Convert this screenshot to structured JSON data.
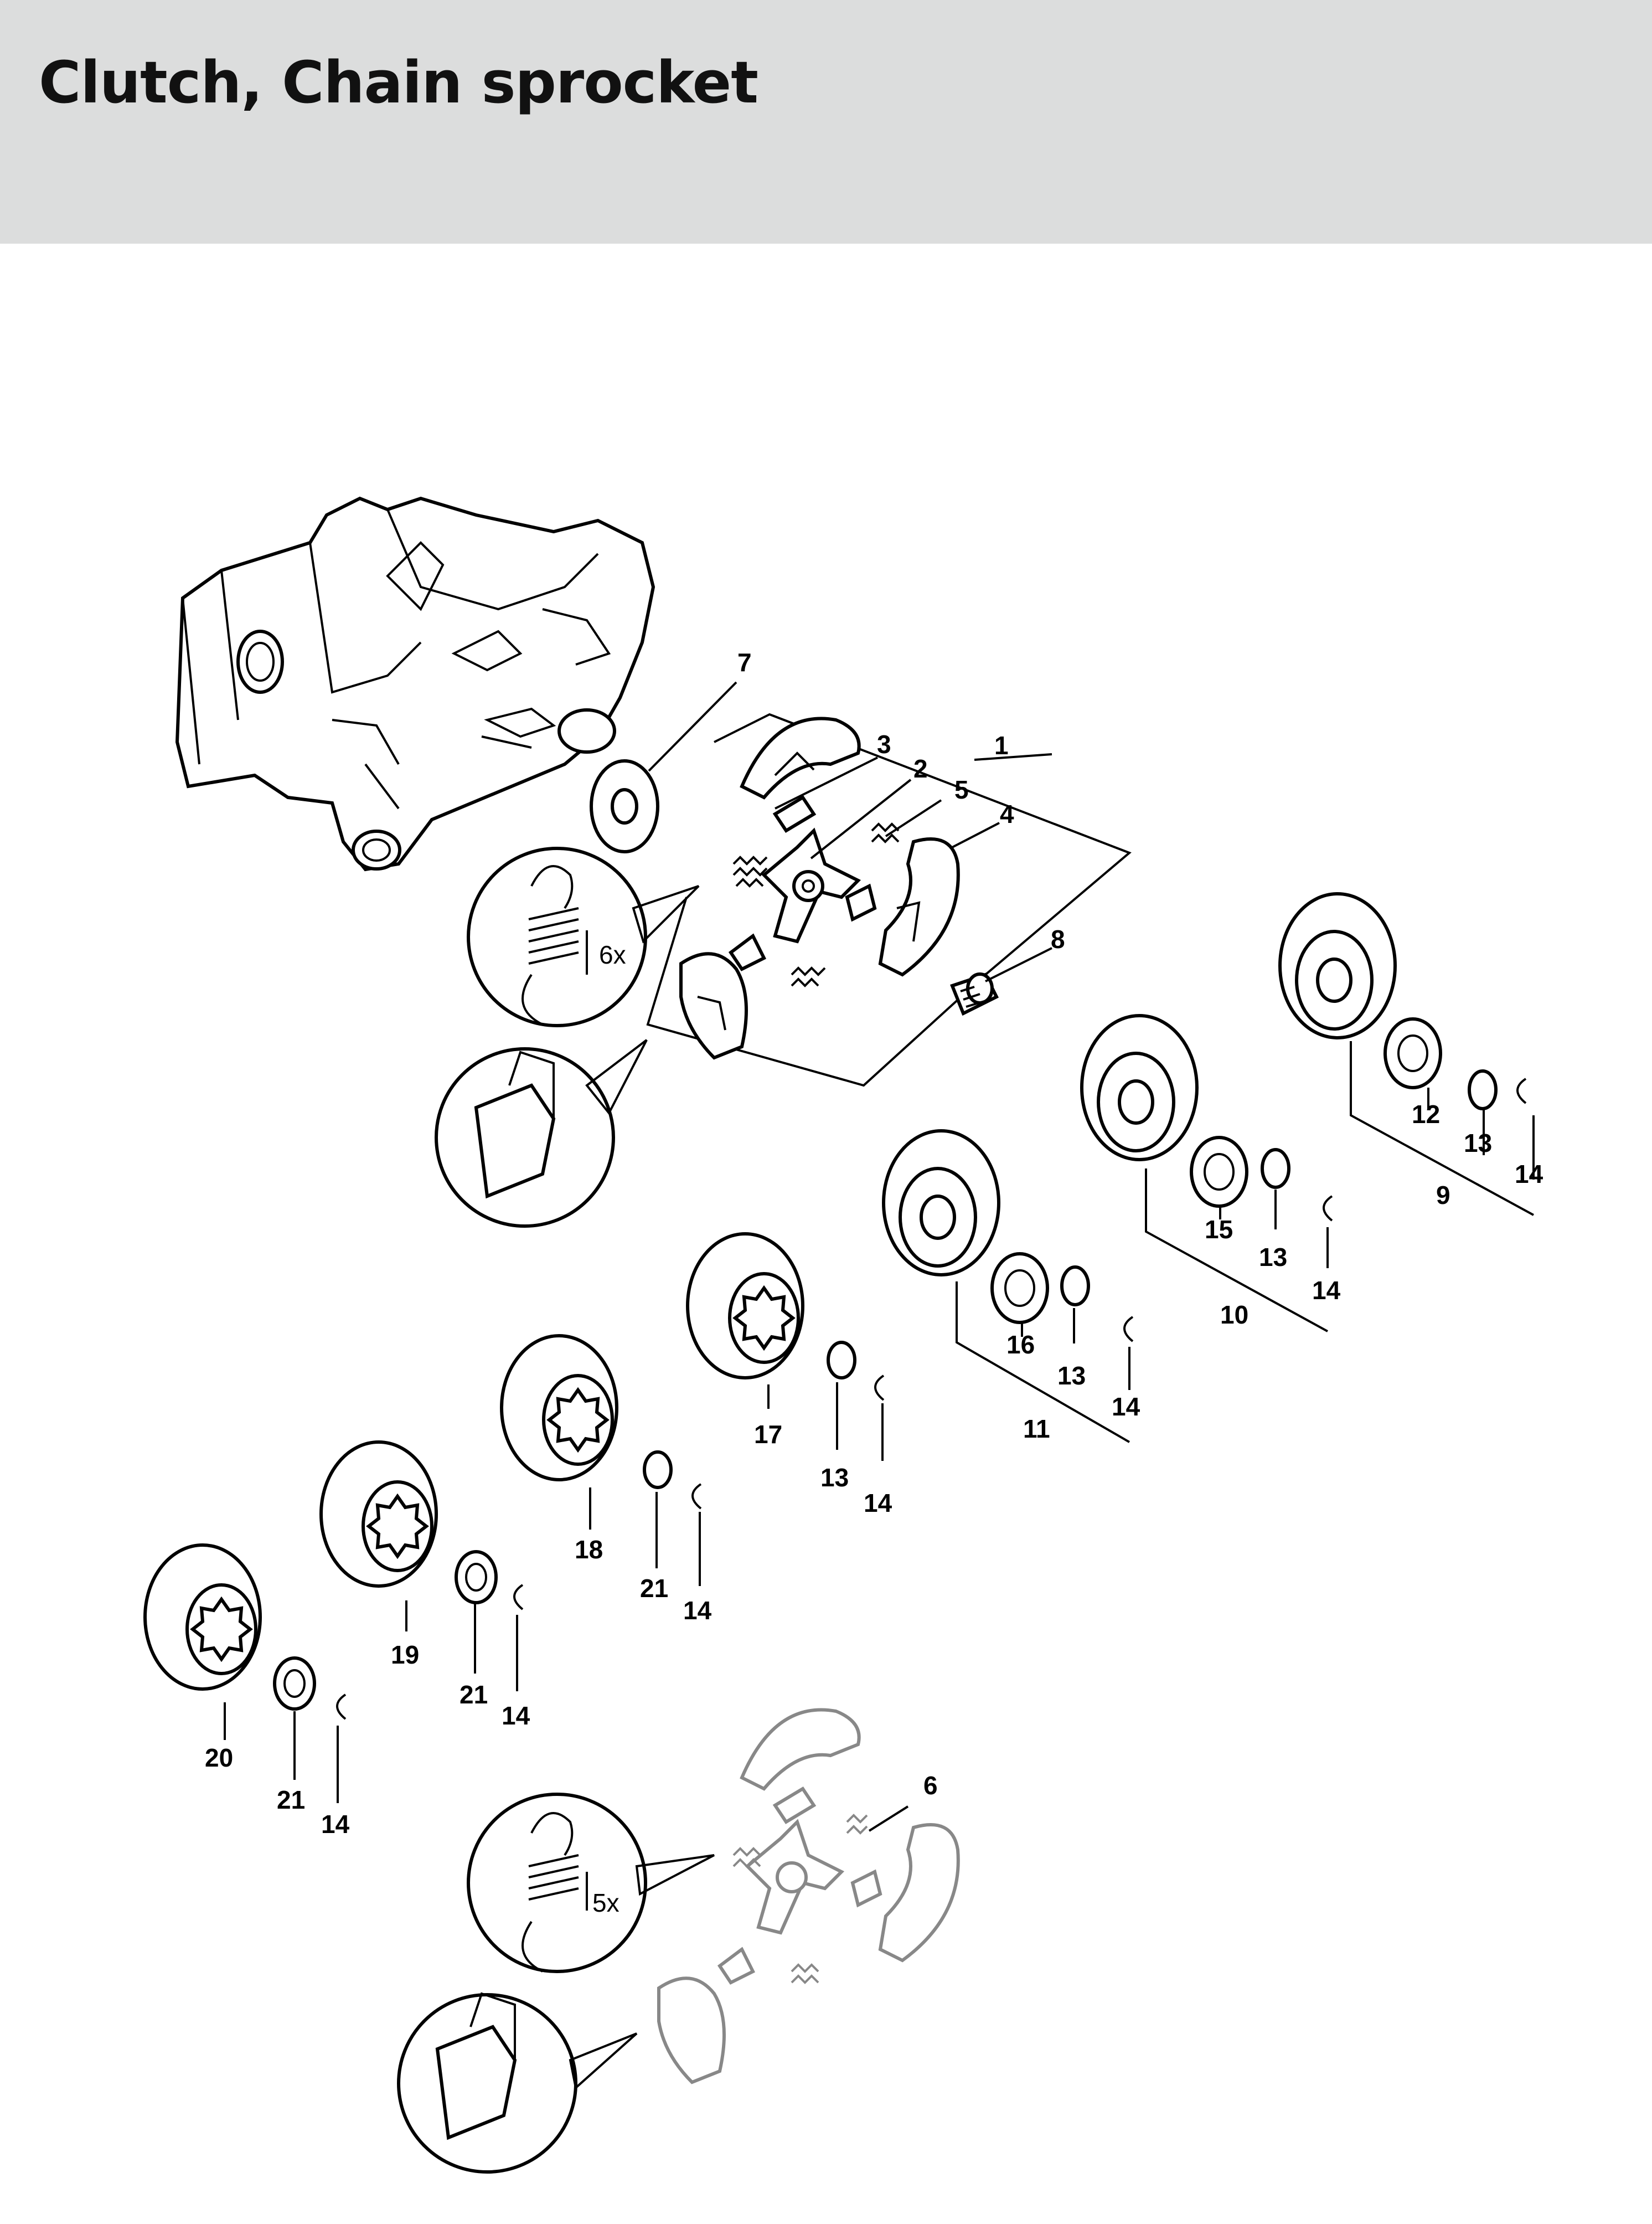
{
  "header": {
    "title": "Clutch, Chain sprocket"
  },
  "callouts": {
    "c1": "1",
    "c2": "2",
    "c3": "3",
    "c4": "4",
    "c5": "5",
    "c6": "6",
    "c7": "7",
    "c8": "8",
    "c9": "9",
    "c10": "10",
    "c11": "11",
    "c12": "12",
    "c13a": "13",
    "c14a": "14",
    "c15": "15",
    "c13b": "13",
    "c14b": "14",
    "c16": "16",
    "c13c": "13",
    "c14c": "14",
    "c17": "17",
    "c13d": "13",
    "c14d": "14",
    "c18": "18",
    "c21a": "21",
    "c14e": "14",
    "c19": "19",
    "c21b": "21",
    "c14f": "14",
    "c20": "20",
    "c21c": "21",
    "c14g": "14"
  },
  "details": {
    "spring_qty_top": "6x",
    "spring_qty_bottom": "5x"
  },
  "colors": {
    "header_bg": "#dcdddd",
    "line": "#000000",
    "faded_parts": "#888888"
  }
}
